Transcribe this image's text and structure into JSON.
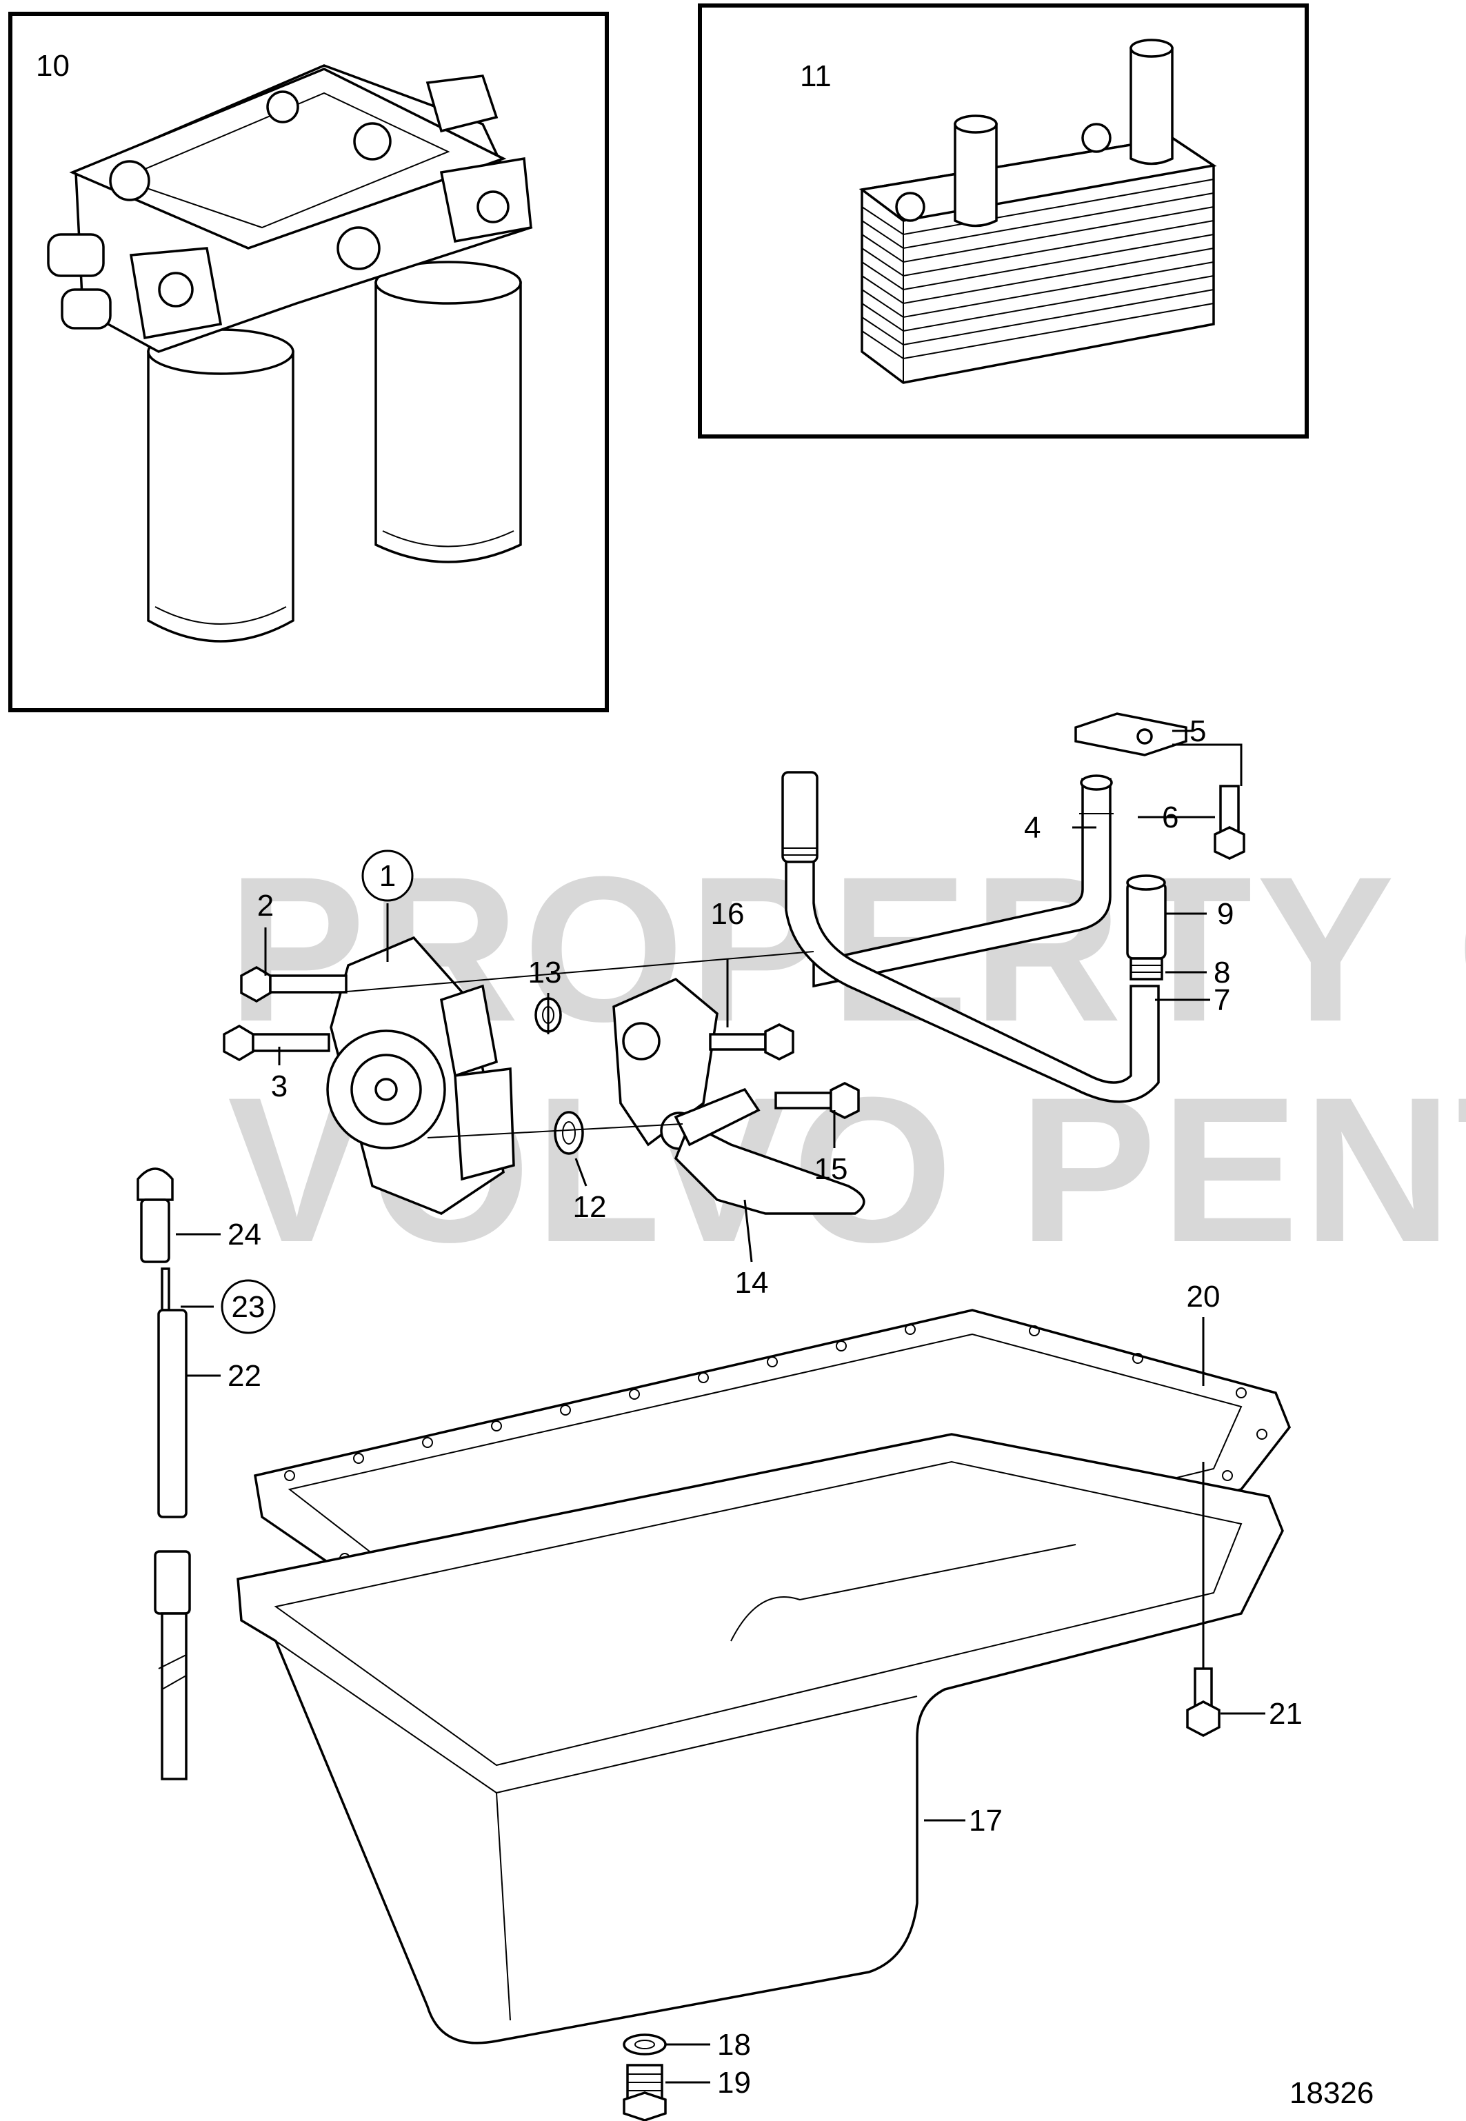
{
  "watermark": {
    "line1": "PROPERTY OF",
    "line2": "VOLVO PENTA"
  },
  "figure_number": "18326",
  "callouts": {
    "c1": "1",
    "c2": "2",
    "c3": "3",
    "c4": "4",
    "c5": "5",
    "c6": "6",
    "c7": "7",
    "c8": "8",
    "c9": "9",
    "c10": "10",
    "c11": "11",
    "c12": "12",
    "c13": "13",
    "c14": "14",
    "c15": "15",
    "c16": "16",
    "c17": "17",
    "c18": "18",
    "c19": "19",
    "c20": "20",
    "c21": "21",
    "c22": "22",
    "c23": "23",
    "c24": "24"
  }
}
